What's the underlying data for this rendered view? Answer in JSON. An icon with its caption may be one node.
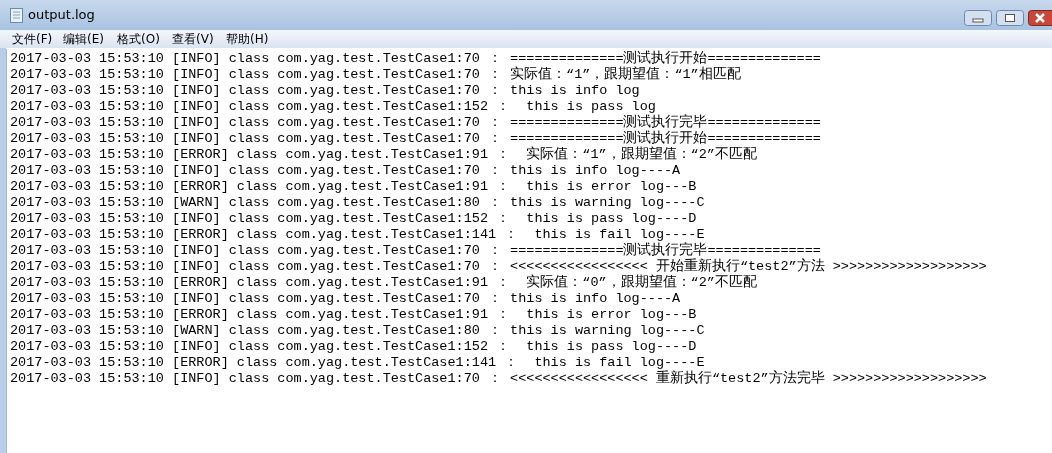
{
  "diagram": {
    "title": "output.log",
    "labels": [
      "文件(F)",
      "编辑(E)",
      "格式(O)",
      "查看(V)",
      "帮助(H)",
      "2017-03-03 15:53:10 [INFO] class com.yag.test.TestCase1:70 ： ==============测试执行开始==============",
      "2017-03-03 15:53:10 [INFO] class com.yag.test.TestCase1:70 ： 实际值：“1”，跟期望值：“1”相匹配",
      "2017-03-03 15:53:10 [INFO] class com.yag.test.TestCase1:70 ： this is info log",
      "2017-03-03 15:53:10 [INFO] class com.yag.test.TestCase1:152 ：  this is pass log",
      "2017-03-03 15:53:10 [INFO] class com.yag.test.TestCase1:70 ： ==============测试执行完毕==============",
      "2017-03-03 15:53:10 [INFO] class com.yag.test.TestCase1:70 ： ==============测试执行开始==============",
      "2017-03-03 15:53:10 [ERROR] class com.yag.test.TestCase1:91 ：  实际值：“1”，跟期望值：“2”不匹配",
      "2017-03-03 15:53:10 [INFO] class com.yag.test.TestCase1:70 ： this is info log----A",
      "2017-03-03 15:53:10 [ERROR] class com.yag.test.TestCase1:91 ：  this is error log---B",
      "2017-03-03 15:53:10 [WARN] class com.yag.test.TestCase1:80 ： this is warning log----C",
      "2017-03-03 15:53:10 [INFO] class com.yag.test.TestCase1:152 ：  this is pass log----D",
      "2017-03-03 15:53:10 [ERROR] class com.yag.test.TestCase1:141 ：  this is fail log----E",
      "2017-03-03 15:53:10 [INFO] class com.yag.test.TestCase1:70 ： ==============测试执行完毕==============",
      "2017-03-03 15:53:10 [INFO] class com.yag.test.TestCase1:70 ： <<<<<<<<<<<<<<<<< 开始重新执行“test2”方法 >>>>>>>>>>>>>>>>>>>",
      "2017-03-03 15:53:10 [ERROR] class com.yag.test.TestCase1:91 ：  实际值：“0”，跟期望值：“2”不匹配",
      "2017-03-03 15:53:10 [INFO] class com.yag.test.TestCase1:70 ： this is info log----A",
      "2017-03-03 15:53:10 [ERROR] class com.yag.test.TestCase1:91 ：  this is error log---B",
      "2017-03-03 15:53:10 [WARN] class com.yag.test.TestCase1:80 ： this is warning log----C",
      "2017-03-03 15:53:10 [INFO] class com.yag.test.TestCase1:152 ：  this is pass log----D",
      "2017-03-03 15:53:10 [ERROR] class com.yag.test.TestCase1:141 ：  this is fail log----E",
      "2017-03-03 15:53:10 [INFO] class com.yag.test.TestCase1:70 ： <<<<<<<<<<<<<<<<< 重新执行“test2”方法完毕 >>>>>>>>>>>>>>>>>>>"
    ]
  }
}
